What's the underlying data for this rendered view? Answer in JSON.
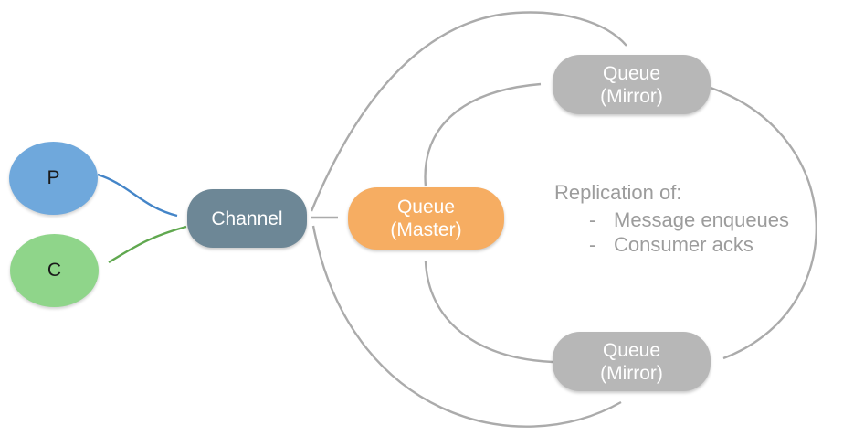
{
  "diagram": {
    "nodes": {
      "producer": {
        "label": "P",
        "color": "#6fa8dc"
      },
      "consumer": {
        "label": "C",
        "color": "#8fd58a"
      },
      "channel": {
        "label": "Channel",
        "color": "#6d8796"
      },
      "queue_master": {
        "line1": "Queue",
        "line2": "(Master)",
        "color": "#f6ad62"
      },
      "queue_mirror_top": {
        "line1": "Queue",
        "line2": "(Mirror)",
        "color": "#b7b7b7"
      },
      "queue_mirror_bottom": {
        "line1": "Queue",
        "line2": "(Mirror)",
        "color": "#b7b7b7"
      }
    },
    "annotation": {
      "title": "Replication of:",
      "bullet": "-",
      "items": [
        "Message enqueues",
        "Consumer acks"
      ]
    },
    "colors": {
      "arrow_gray": "#ababab",
      "arrow_blue": "#4485c8",
      "arrow_green": "#60a84f",
      "annotation_text": "#9c9c9c",
      "background": "#ffffff"
    }
  }
}
